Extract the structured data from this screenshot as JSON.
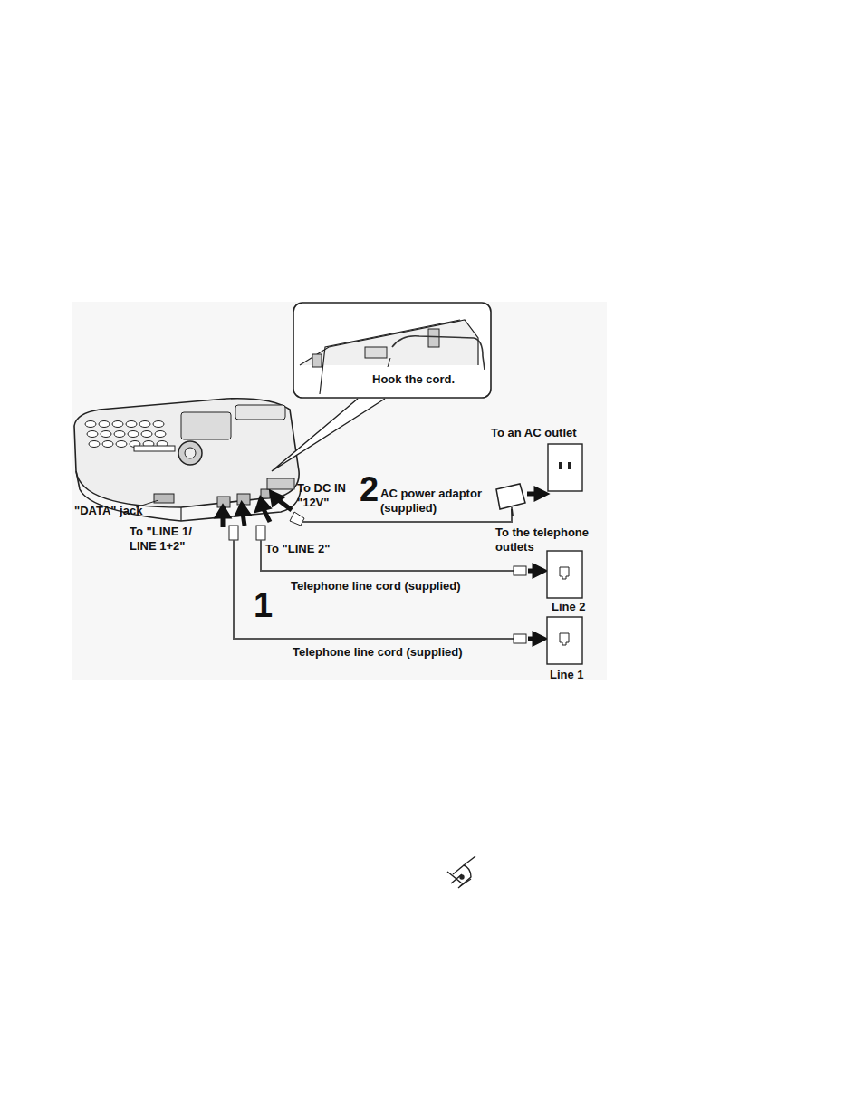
{
  "diagram": {
    "nodes": [
      {
        "text": [
          "Hook the cord."
        ]
      },
      {
        "text": [
          "To an AC outlet"
        ]
      },
      {
        "text": [
          "Line 2"
        ]
      },
      {
        "text": [
          "Line 1"
        ]
      }
    ],
    "labels": [
      "\"DATA\" jack",
      "To DC IN \"12V\"",
      "2",
      "AC power adaptor (supplied)",
      "To the telephone outlets",
      "To \"LINE 1/ LINE 1+2\"",
      "To \"LINE 2\"",
      "Telephone line cord (supplied)",
      "1",
      "Telephone line cord (supplied)"
    ]
  }
}
